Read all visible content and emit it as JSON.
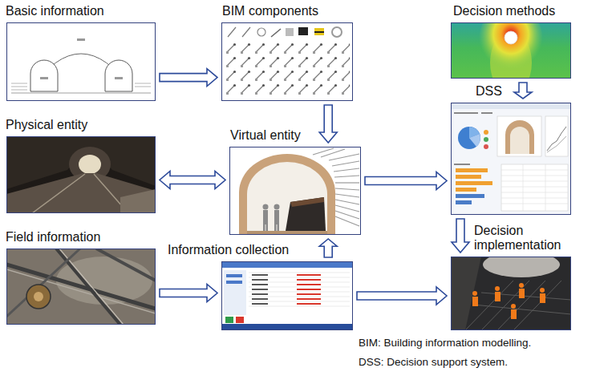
{
  "diagram": {
    "nodes": [
      {
        "text": [
          "Basic information"
        ]
      },
      {
        "text": [
          "BIM components"
        ]
      },
      {
        "text": [
          "Decision methods"
        ]
      },
      {
        "text": [
          "Physical entity"
        ]
      },
      {
        "text": [
          "Virtual entity"
        ]
      },
      {
        "text": [
          "DSS"
        ]
      },
      {
        "text": [
          "Field information"
        ]
      },
      {
        "text": [
          "Information collection"
        ]
      },
      {
        "text": [
          "Decision implementation"
        ]
      }
    ],
    "edges": [
      {
        "from": 0,
        "to": 1,
        "arrow": "to"
      },
      {
        "from": 1,
        "to": 4,
        "arrow": "to"
      },
      {
        "from": 2,
        "to": 5,
        "arrow": "to"
      },
      {
        "from": 3,
        "to": 4,
        "arrow": "both"
      },
      {
        "from": 4,
        "to": 5,
        "arrow": "to"
      },
      {
        "from": 6,
        "to": 7,
        "arrow": "to"
      },
      {
        "from": 7,
        "to": 4,
        "arrow": "to"
      },
      {
        "from": 5,
        "to": 8,
        "arrow": "to"
      },
      {
        "from": 7,
        "to": 8,
        "arrow": "to"
      }
    ],
    "labels": [
      "BIM: Building information modelling.",
      "DSS: Decision support system."
    ]
  }
}
